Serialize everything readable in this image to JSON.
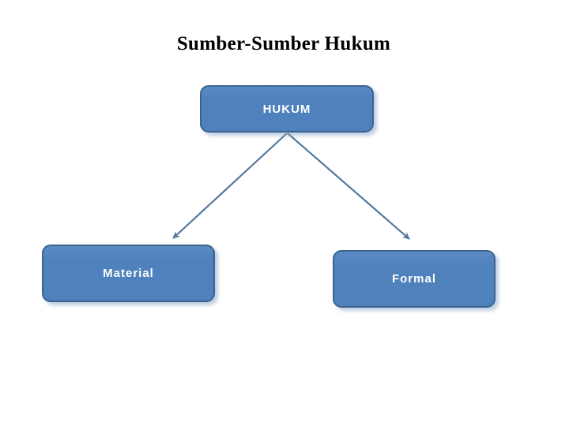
{
  "slide": {
    "title": "Sumber-Sumber Hukum"
  },
  "diagram": {
    "root": {
      "label": "HUKUM"
    },
    "children": [
      {
        "label": "Material"
      },
      {
        "label": "Formal"
      }
    ],
    "colors": {
      "background": "#ffffff",
      "title_text": "#000000",
      "box_fill": "#4f81bd",
      "box_border": "#3a648f",
      "box_text": "#ffffff",
      "connector": "#54779f"
    }
  }
}
